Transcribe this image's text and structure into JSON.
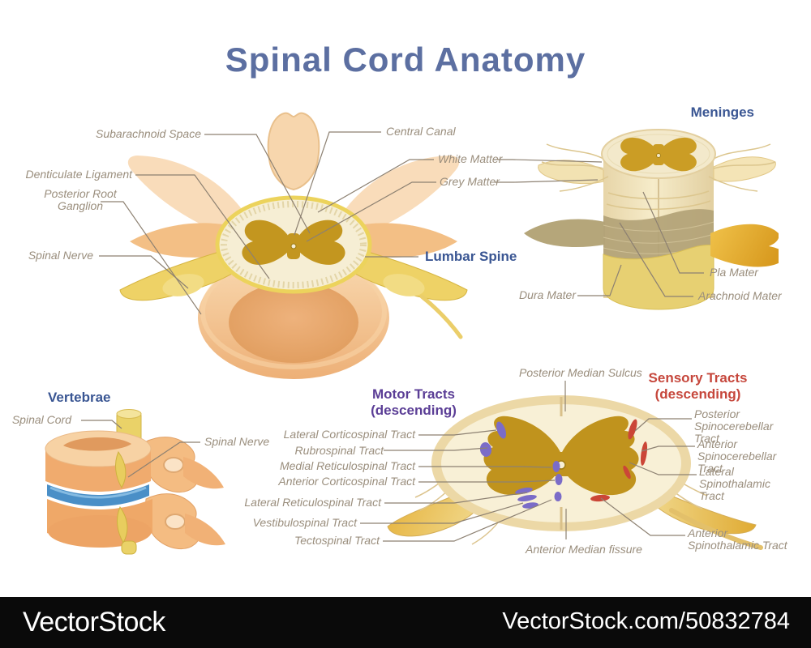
{
  "title": "Spinal Cord Anatomy",
  "palette": {
    "title_blue": "#5c6fa1",
    "heading_blue": "#3a5693",
    "motor_purple": "#5b3e96",
    "sensory_red": "#c6473c",
    "label_gray": "#9a8e7d",
    "leader_line": "#8d8172",
    "motor_marker": "#7b6cc8",
    "sensory_marker": "#cb4637",
    "grey_matter_gold": "#c0931d",
    "cord_cream": "#f8f0d6",
    "nerve_yellow": "#ead268",
    "disc_blue": "#4a8fc7",
    "footer_bg": "#0a0a0a"
  },
  "lumbar": {
    "heading": "Lumbar Spine",
    "labels": {
      "subarachnoid_space": "Subarachnoid Space",
      "denticulate_ligament": "Denticulate Ligament",
      "posterior_root_ganglion": "Posterior Root Ganglion",
      "spinal_nerve": "Spinal Nerve",
      "central_canal": "Central Canal",
      "white_matter": "White Matter",
      "grey_matter": "Grey Matter"
    }
  },
  "meninges": {
    "heading": "Meninges",
    "labels": {
      "pia_mater": "Pla Mater",
      "dura_mater": "Dura Mater",
      "arachnoid_mater": "Arachnoid Mater"
    }
  },
  "vertebrae": {
    "heading": "Vertebrae",
    "labels": {
      "spinal_cord": "Spinal Cord",
      "spinal_nerve": "Spinal Nerve"
    }
  },
  "tracts": {
    "motor": {
      "title": "Motor Tracts",
      "subtitle": "(descending)",
      "labels": [
        "Lateral Corticospinal Tract",
        "Rubrospinal Tract",
        "Medial Reticulospinal Tract",
        "Anterior Corticospinal Tract",
        "Lateral Reticulospinal Tract",
        "Vestibulospinal Tract",
        "Tectospinal Tract"
      ]
    },
    "sensory": {
      "title": "Sensory Tracts",
      "subtitle": "(descending)",
      "labels": [
        "Posterior Spinocerebellar Tract",
        "Anterior Spinocerebellar Tract",
        "Lateral Spinothalamic Tract",
        "Anterior Spinothalamic Tract"
      ]
    },
    "posterior_median_sulcus": "Posterior Median Sulcus",
    "anterior_median_fissure": "Anterior Median fissure"
  },
  "footer": {
    "brand": "VectorStock",
    "watermark": "VectorStock.com/50832784"
  }
}
